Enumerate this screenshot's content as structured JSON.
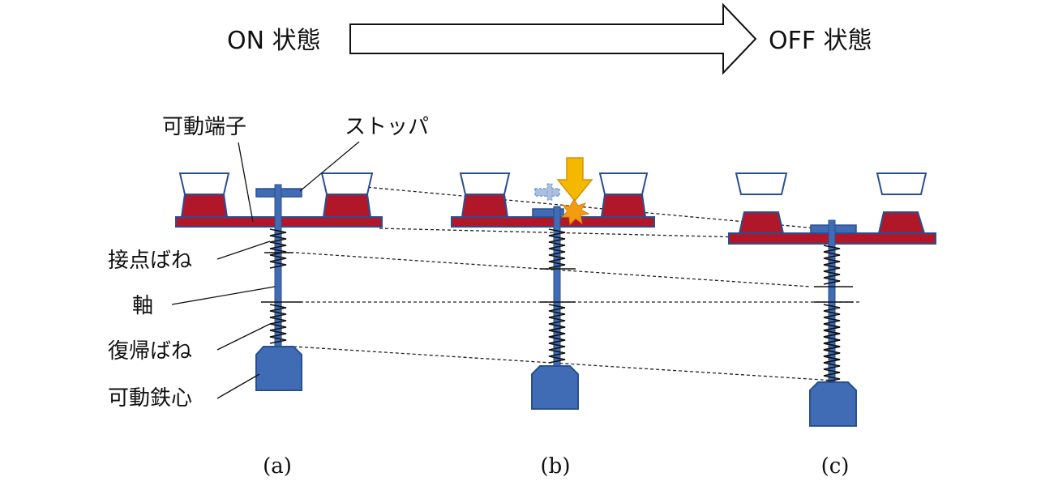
{
  "header": {
    "state_on": "ON 状態",
    "state_off": "OFF 状態"
  },
  "labels": {
    "movable_terminal": "可動端子",
    "stopper": "ストッパ",
    "contact_spring": "接点ばね",
    "shaft": "軸",
    "return_spring": "復帰ばね",
    "movable_core": "可動鉄心"
  },
  "panels": {
    "a": "(a)",
    "b": "(b)",
    "c": "(c)"
  },
  "colors": {
    "contact_red": "#b0182a",
    "metal_blue": "#3f6cb5",
    "outline_blue": "#2a4f8f",
    "arrow_orange": "#f5b800",
    "spark_orange": "#f39c12",
    "ghost_blue": "#aac0e0"
  }
}
